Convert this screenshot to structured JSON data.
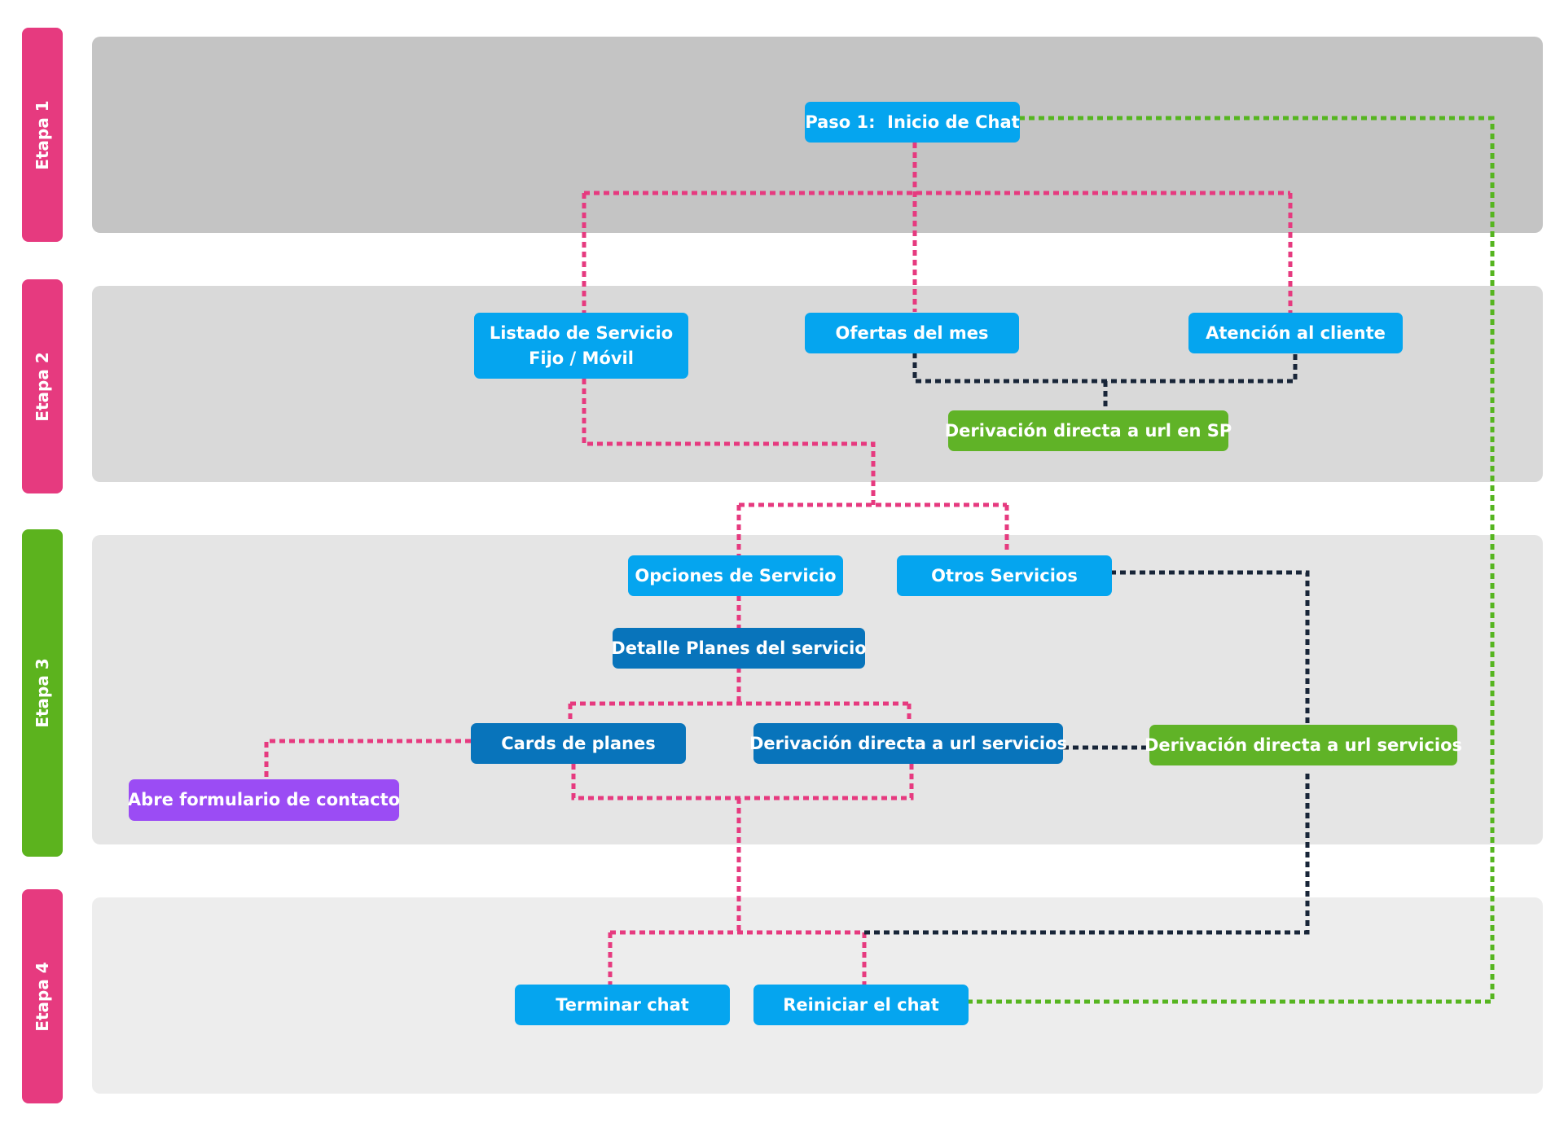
{
  "colors": {
    "stage_pink": "#e63a7f",
    "stage_green": "#5cb31e",
    "lane_1": "#c4c4c4",
    "lane_2": "#d9d9d9",
    "lane_3": "#e5e5e5",
    "lane_4": "#ededed",
    "node_blue": "#05a5ef",
    "node_dark_blue": "#0874bb",
    "node_green": "#60b327",
    "node_purple": "#9b4cf4",
    "line_pink": "#e63a7f",
    "line_navy": "#182538",
    "line_green": "#56b520"
  },
  "stages": [
    {
      "label": "Etapa 1"
    },
    {
      "label": "Etapa 2"
    },
    {
      "label": "Etapa 3"
    },
    {
      "label": "Etapa 4"
    }
  ],
  "nodes": {
    "inicio_chat": "Paso 1:  Inicio de Chat",
    "listado_servicio_l1": "Listado de Servicio",
    "listado_servicio_l2": "Fijo / Móvil",
    "ofertas_mes": "Ofertas del mes",
    "atencion_cliente": "Atención al cliente",
    "derivacion_sp": "Derivación directa a url en SP",
    "opciones_servicio": "Opciones de Servicio",
    "otros_servicios": "Otros Servicios",
    "detalle_planes": "Detalle Planes del servicio",
    "cards_planes": "Cards de planes",
    "derivacion_servicios_dark": "Derivación directa a url servicios",
    "derivacion_servicios_green": "Derivación directa a url servicios",
    "abre_formulario": "Abre formulario de contacto",
    "terminar_chat": "Terminar chat",
    "reiniciar_chat": "Reiniciar el chat"
  }
}
